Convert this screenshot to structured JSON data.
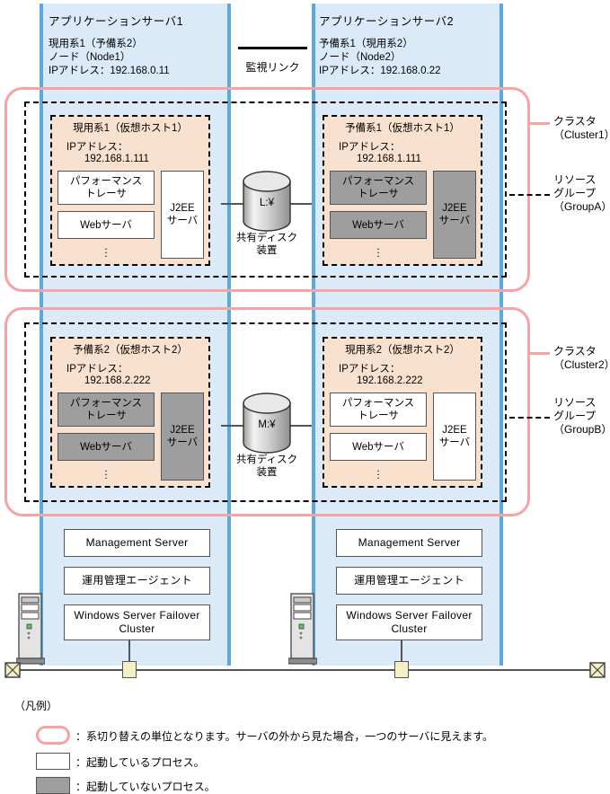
{
  "servers": [
    {
      "title": "アプリケーションサーバ1",
      "role": "現用系1（予備系2）",
      "node": "ノード（Node1）",
      "ip": "IPアドレス：192.168.0.11"
    },
    {
      "title": "アプリケーションサーバ2",
      "role": "予備系1（現用系2）",
      "node": "ノード（Node2）",
      "ip": "IPアドレス：192.168.0.22"
    }
  ],
  "monitoring_link": {
    "label": "監視リンク"
  },
  "clusters": [
    {
      "annotation": "クラスタ\n（Cluster1）",
      "group_annotation": "リソース\nグループ\n（GroupA）",
      "disk": {
        "drive": "L:¥",
        "caption": "共有ディスク\n装置"
      },
      "hosts": [
        {
          "title": "現用系1（仮想ホスト1）",
          "ip_label": "IPアドレス：",
          "ip_value": "192.168.1.111",
          "processes": [
            {
              "label": "パフォーマンス\nトレーサ",
              "state": "running"
            },
            {
              "label": "Webサーバ",
              "state": "running"
            },
            {
              "label": "J2EE\nサーバ",
              "state": "running"
            }
          ]
        },
        {
          "title": "予備系1（仮想ホスト1）",
          "ip_label": "IPアドレス：",
          "ip_value": "192.168.1.111",
          "processes": [
            {
              "label": "パフォーマンス\nトレーサ",
              "state": "stopped"
            },
            {
              "label": "Webサーバ",
              "state": "stopped"
            },
            {
              "label": "J2EE\nサーバ",
              "state": "stopped"
            }
          ]
        }
      ]
    },
    {
      "annotation": "クラスタ\n（Cluster2）",
      "group_annotation": "リソース\nグループ\n（GroupB）",
      "disk": {
        "drive": "M:¥",
        "caption": "共有ディスク\n装置"
      },
      "hosts": [
        {
          "title": "予備系2（仮想ホスト2）",
          "ip_label": "IPアドレス：",
          "ip_value": "192.168.2.222",
          "processes": [
            {
              "label": "パフォーマンス\nトレーサ",
              "state": "stopped"
            },
            {
              "label": "Webサーバ",
              "state": "stopped"
            },
            {
              "label": "J2EE\nサーバ",
              "state": "stopped"
            }
          ]
        },
        {
          "title": "現用系2（仮想ホスト2）",
          "ip_label": "IPアドレス：",
          "ip_value": "192.168.2.222",
          "processes": [
            {
              "label": "パフォーマンス\nトレーサ",
              "state": "running"
            },
            {
              "label": "Webサーバ",
              "state": "running"
            },
            {
              "label": "J2EE\nサーバ",
              "state": "running"
            }
          ]
        }
      ]
    }
  ],
  "management_stack": [
    "Management Server",
    "運用管理エージェント",
    "Windows Server Failover\nCluster"
  ],
  "legend": {
    "heading": "（凡例）",
    "items": [
      {
        "shape": "pill",
        "text": "：系切り替えの単位となります。サーバの外から見た場合，一つのサーバに見えます。"
      },
      {
        "shape": "white-box",
        "text": "：起動しているプロセス。"
      },
      {
        "shape": "gray-box",
        "text": "：起動していないプロセス。"
      }
    ]
  },
  "colors": {
    "server_panel_fill": "#daeaf8",
    "server_panel_border": "#5aaae0",
    "vhost_fill": "#f8e2cf",
    "cluster_ring": "#f7a3a3",
    "stopped_process": "#9e9e9e",
    "connector": "#f2f0c4"
  }
}
